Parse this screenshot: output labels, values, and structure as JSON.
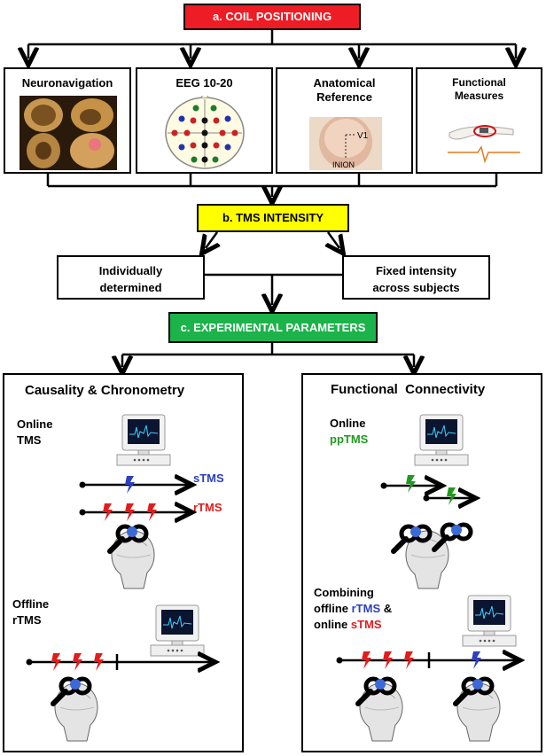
{
  "stages": {
    "a": "a. COIL POSITIONING",
    "b": "b. TMS INTENSITY",
    "c": "c. EXPERIMENTAL PARAMETERS"
  },
  "positioning": [
    {
      "label": "Neuronavigation"
    },
    {
      "label": "EEG 10-20"
    },
    {
      "label": "Anatomical\nReference",
      "marker_v1": "V1",
      "marker_inion": "INION"
    },
    {
      "label": "Functional\nMeasures"
    }
  ],
  "intensity": {
    "left": "Individually\ndetermined",
    "right": "Fixed intensity\nacross subjects"
  },
  "causality": {
    "title": "Causality & Chronometry",
    "online": "Online\nTMS",
    "stms": "sTMS",
    "rtms": "rTMS",
    "offline": "Offline\nrTMS"
  },
  "connectivity": {
    "title": "Functional  Connectivity",
    "online_word": "Online",
    "pptms": "ppTMS",
    "combining": "Combining",
    "offline_pre": "offline ",
    "offline_rtms": "rTMS",
    "amp": " &",
    "online_pre": "online ",
    "online_stms": "sTMS"
  },
  "colors": {
    "red_box": "#ee1c25",
    "yellow_box": "#ffff00",
    "green_box": "#1bb34a",
    "stms_blue": "#2b3fbf",
    "rtms_red": "#e31b1b",
    "pptms_green": "#1f9a1f"
  }
}
